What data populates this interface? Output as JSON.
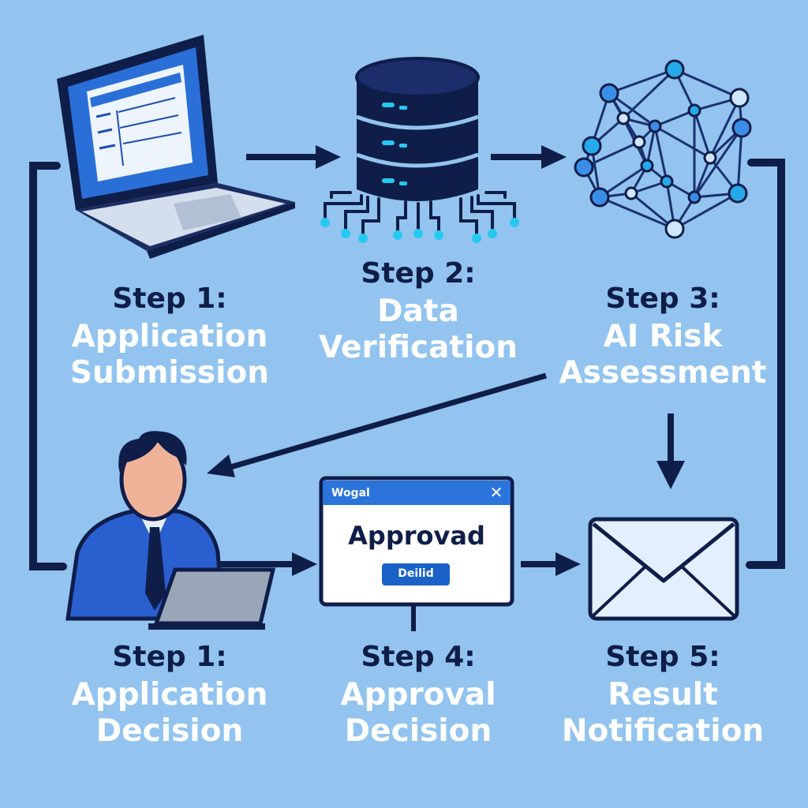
{
  "steps": [
    {
      "number": "Step 1:",
      "line1": "Application",
      "line2": "Submission"
    },
    {
      "number": "Step 2:",
      "line1": "Data",
      "line2": "Verification"
    },
    {
      "number": "Step 3:",
      "line1": "AI Risk",
      "line2": "Assessment"
    },
    {
      "number": "Step 1:",
      "line1": "Application",
      "line2": "Decision"
    },
    {
      "number": "Step 4:",
      "line1": "Approval",
      "line2": "Decision"
    },
    {
      "number": "Step 5:",
      "line1": "Result",
      "line2": "Notification"
    }
  ],
  "approval_window": {
    "title": "Wogal",
    "heading": "Approvad",
    "button": "Deilid"
  },
  "colors": {
    "background": "#92c4ef",
    "navy": "#0f1d49",
    "accent_blue": "#1a74d8",
    "glow_cyan": "#25c9f0",
    "label_white": "#ffffff"
  },
  "icons": [
    "laptop-icon",
    "database-icon",
    "neural-network-icon",
    "person-at-laptop-icon",
    "approval-window-icon",
    "envelope-icon"
  ]
}
